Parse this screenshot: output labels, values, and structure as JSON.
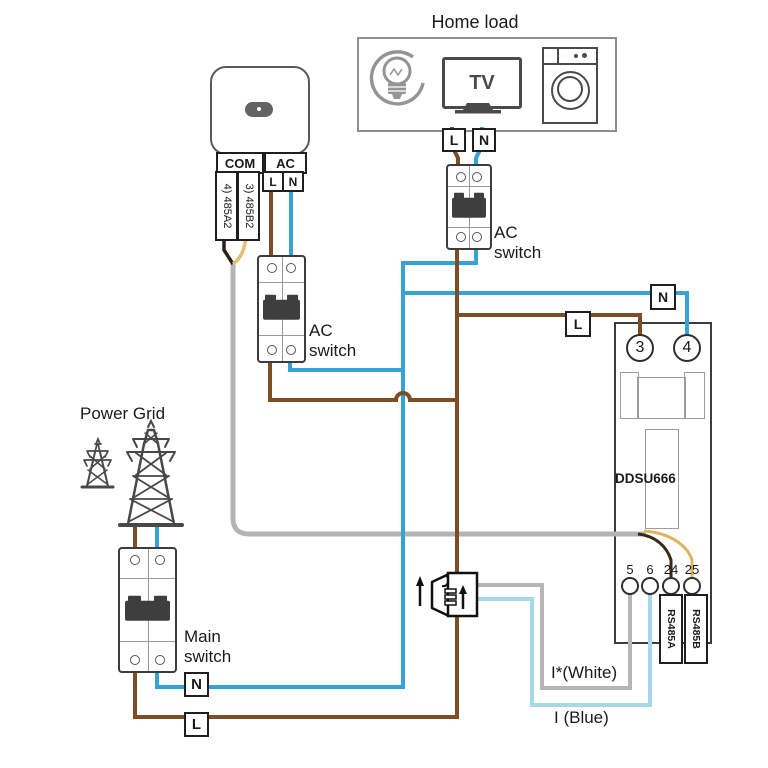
{
  "labels": {
    "home_load": "Home load",
    "tv": "TV",
    "power_grid": "Power Grid",
    "ac_switch": {
      "line1": "AC",
      "line2": "switch"
    },
    "main_switch": {
      "line1": "Main",
      "line2": "switch"
    },
    "ct_white": "I*(White)",
    "ct_blue": "I (Blue)"
  },
  "inverter": {
    "com_port": "COM",
    "ac_port": "AC",
    "port_485a": "4) 485A2",
    "port_485b": "3) 485B2",
    "tag_l": "L",
    "tag_n": "N"
  },
  "home_load_tags": {
    "l": "L",
    "n": "N"
  },
  "grid_tags": {
    "n": "N",
    "l": "L"
  },
  "meter": {
    "model": "DDSU666",
    "tag_l": "L",
    "tag_n": "N",
    "t3": "3",
    "t4": "4",
    "t5": "5",
    "t6": "6",
    "t24": "24",
    "t25": "25",
    "rs485a": "RS485A",
    "rs485b": "RS485B"
  },
  "colors": {
    "neutral_blue": "#35a3d7",
    "live_brown": "#7d4e24",
    "rs485_gray": "#b4b4b4",
    "ct_white_wire": "#b6b6b6",
    "ct_blue_wire": "#a5d8e8",
    "com_a_dark": "#2b2117",
    "com_b_gold": "#e3bf72",
    "split_24_dark": "#3a2a18",
    "split_25_gold": "#e0b45e",
    "tower_gray": "#484848",
    "icon_gray": "#949494"
  }
}
